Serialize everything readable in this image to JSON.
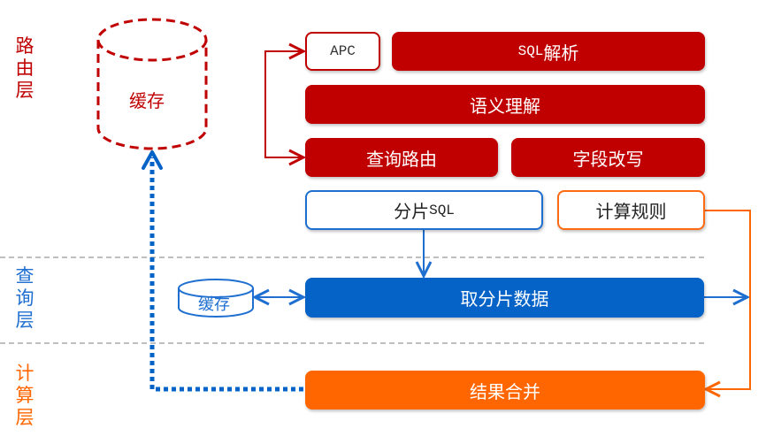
{
  "layers": [
    {
      "id": "routing",
      "chars": [
        "路",
        "由",
        "层"
      ],
      "color": "#c00000"
    },
    {
      "id": "query",
      "chars": [
        "查",
        "询",
        "层"
      ],
      "color": "#1f6fd1"
    },
    {
      "id": "compute",
      "chars": [
        "计",
        "算",
        "层"
      ],
      "color": "#ff6600"
    }
  ],
  "cache_large": {
    "label": "缓存"
  },
  "cache_small": {
    "label": "缓存"
  },
  "routing": {
    "apc": "APC",
    "sql_parse_prefix": "SQL",
    "sql_parse_suffix": "解析",
    "semantic": "语义理解",
    "query_route": "查询路由",
    "field_rewrite": "字段改写"
  },
  "shard_sql": {
    "prefix": "分片",
    "suffix": "SQL"
  },
  "compute_rules": "计算规则",
  "fetch_shard_data": "取分片数据",
  "merge_results": "结果合并",
  "colors": {
    "red": "#c00000",
    "blue": "#0563c8",
    "orange": "#ff6600",
    "divider": "#aaaaaa"
  }
}
